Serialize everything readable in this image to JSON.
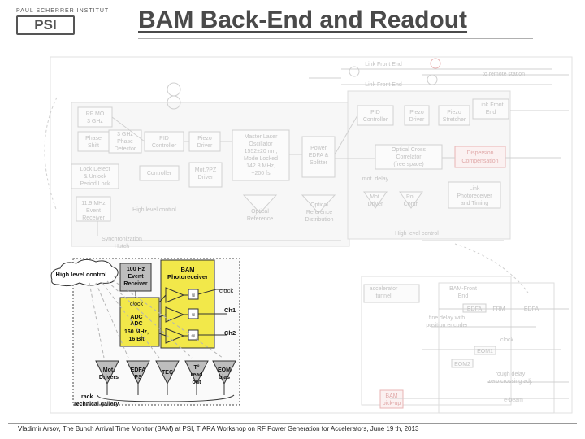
{
  "header": {
    "title": "BAM Back-End and Readout",
    "logo_top": "PAUL SCHERRER INSTITUT",
    "logo_mark": "PSI"
  },
  "faded": {
    "link1": "Link Front End",
    "link2": "Link Front End",
    "remote": "to remote station",
    "rfmo": [
      "RF MO",
      "3 GHz"
    ],
    "phase": [
      "Phase",
      "Shift"
    ],
    "ghz_det": [
      "3 GHz",
      "Phase",
      "Detector"
    ],
    "pid1": [
      "PID",
      "Controller"
    ],
    "piezo1": [
      "Piezo",
      "Driver"
    ],
    "mll": [
      "Master Laser",
      "Oscillator",
      "1552±20 nm,",
      "Mode Locked",
      "142.8 MHz,",
      "~200 fs"
    ],
    "lock": [
      "Lock Detect",
      "& Unlock",
      "Period Lock"
    ],
    "controller": "Controller",
    "motdrv": [
      "Mot.?PZ",
      "Driver"
    ],
    "edfa": [
      "Power",
      "EDFA &",
      "Splitter"
    ],
    "pid2": [
      "PID",
      "Controller"
    ],
    "piezo2": [
      "Piezo",
      "Driver"
    ],
    "piezo3": [
      "Piezo",
      "Stretcher"
    ],
    "lfe": [
      "Link Front",
      "End"
    ],
    "occ": [
      "Optical Cross",
      "Correlator",
      "(free space)"
    ],
    "dispersion": [
      "Dispersion",
      "Compensation"
    ],
    "motdelay": "mot. delay",
    "motdriver": [
      "Mot.",
      "Driver"
    ],
    "polcont": [
      "Pol.",
      "Contr."
    ],
    "lpr": [
      "Link",
      "Photoreceiver",
      "and Timing"
    ],
    "evr": [
      "11.9 MHz",
      "Event",
      "Receiver"
    ],
    "hlc1": "High level control",
    "optref": [
      "Optical",
      "Reference"
    ],
    "optrefdist": [
      "Optical",
      "Reference",
      "Distribution"
    ],
    "hlc2": "High level control",
    "sync": [
      "Synchronization",
      "Hutch"
    ],
    "acc_tunnel": [
      "accelerator",
      "tunnel"
    ],
    "bamfe": [
      "BAM-Front",
      "End"
    ],
    "edfa_r1": "EDFA",
    "frm": "FRM",
    "edfa_r2": "EDFA",
    "finedelay": [
      "fine delay with",
      "position encoder"
    ],
    "clock_r": "clock",
    "eom1": "EOM1",
    "eom2": "EOM2",
    "rough": [
      "rough delay",
      "zero crossing adj."
    ],
    "bampickup": [
      "BAM",
      "pick-up"
    ],
    "ebeam": "e-beam"
  },
  "readout": {
    "hlc": "High level control",
    "evr": [
      "100 Hz",
      "Event",
      "Receiver"
    ],
    "clock_in": "clock",
    "adc": [
      "ADC",
      "ADC",
      "160 MHz,",
      "16 Bit"
    ],
    "bam_pr": [
      "BAM",
      "Photoreceiver"
    ],
    "clock_out": "clock",
    "ch1": "Ch1",
    "ch2": "Ch2",
    "mot": [
      "Mot.",
      "Drivers"
    ],
    "edfaps": [
      "EDFA",
      "PS"
    ],
    "tec": "TEC",
    "tread": [
      "T°",
      "read",
      "out"
    ],
    "eom": [
      "EOM",
      "bias"
    ],
    "rack": [
      "rack",
      "Technical gallery"
    ]
  },
  "footer": "Vladimir Arsov, The Bunch Arrival Time Monitor (BAM) at PSI, TIARA Workshop on RF Power Generation for Accelerators, June 19 th, 2013",
  "colors": {
    "yellow": "#f2e84a",
    "gray": "#bdbdbd",
    "faded": "#c8c8c8",
    "faded_red": "#e8b4b4"
  }
}
